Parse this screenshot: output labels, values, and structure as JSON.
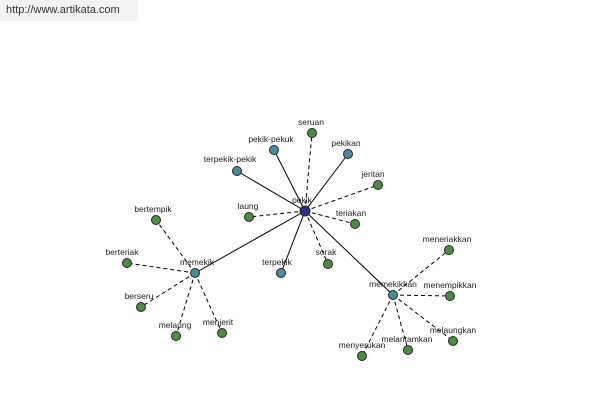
{
  "header": {
    "url": "http://www.artikata.com"
  },
  "colors": {
    "root": "#2d2d86",
    "hub": "#4a8a9a",
    "leaf": "#4f8a46"
  },
  "graph": {
    "root": "pekik",
    "nodes": [
      {
        "id": "pekik",
        "label": "pekik",
        "kind": "root"
      },
      {
        "id": "seruan",
        "label": "seruan",
        "kind": "leaf"
      },
      {
        "id": "pekik-pekuk",
        "label": "pekik-pekuk",
        "kind": "hub"
      },
      {
        "id": "pekikan",
        "label": "pekikan",
        "kind": "hub"
      },
      {
        "id": "terpekik-pekik",
        "label": "terpekik-pekik",
        "kind": "hub"
      },
      {
        "id": "jeritan",
        "label": "jeritan",
        "kind": "leaf"
      },
      {
        "id": "laung",
        "label": "laung",
        "kind": "leaf"
      },
      {
        "id": "teriakan",
        "label": "teriakan",
        "kind": "leaf"
      },
      {
        "id": "terpekik",
        "label": "terpekik",
        "kind": "hub"
      },
      {
        "id": "sorak",
        "label": "sorak",
        "kind": "leaf"
      },
      {
        "id": "memekik",
        "label": "memekik",
        "kind": "hub"
      },
      {
        "id": "bertempik",
        "label": "bertempik",
        "kind": "leaf"
      },
      {
        "id": "berteriak",
        "label": "berteriak",
        "kind": "leaf"
      },
      {
        "id": "berseru",
        "label": "berseru",
        "kind": "leaf"
      },
      {
        "id": "melaung",
        "label": "melaung",
        "kind": "leaf"
      },
      {
        "id": "menjerit",
        "label": "menjerit",
        "kind": "leaf"
      },
      {
        "id": "memekikkan",
        "label": "memekikkan",
        "kind": "hub"
      },
      {
        "id": "meneriakkan",
        "label": "meneriakkan",
        "kind": "leaf"
      },
      {
        "id": "menempikkan",
        "label": "menempikkan",
        "kind": "leaf"
      },
      {
        "id": "melaungkan",
        "label": "melaungkan",
        "kind": "leaf"
      },
      {
        "id": "melantamkan",
        "label": "melantamkan",
        "kind": "leaf"
      },
      {
        "id": "menyerukan",
        "label": "menyerukan",
        "kind": "leaf"
      }
    ],
    "edges": [
      {
        "from": "pekik",
        "to": "pekik-pekuk",
        "style": "solid"
      },
      {
        "from": "pekik",
        "to": "terpekik-pekik",
        "style": "solid"
      },
      {
        "from": "pekik",
        "to": "pekikan",
        "style": "solid"
      },
      {
        "from": "pekik",
        "to": "terpekik",
        "style": "solid"
      },
      {
        "from": "pekik",
        "to": "memekik",
        "style": "solid"
      },
      {
        "from": "pekik",
        "to": "memekikkan",
        "style": "solid"
      },
      {
        "from": "pekik",
        "to": "seruan",
        "style": "dashed"
      },
      {
        "from": "pekik",
        "to": "jeritan",
        "style": "dashed"
      },
      {
        "from": "pekik",
        "to": "laung",
        "style": "dashed"
      },
      {
        "from": "pekik",
        "to": "teriakan",
        "style": "dashed"
      },
      {
        "from": "pekik",
        "to": "sorak",
        "style": "dashed"
      },
      {
        "from": "memekik",
        "to": "bertempik",
        "style": "dashed"
      },
      {
        "from": "memekik",
        "to": "berteriak",
        "style": "dashed"
      },
      {
        "from": "memekik",
        "to": "berseru",
        "style": "dashed"
      },
      {
        "from": "memekik",
        "to": "melaung",
        "style": "dashed"
      },
      {
        "from": "memekik",
        "to": "menjerit",
        "style": "dashed"
      },
      {
        "from": "memekikkan",
        "to": "meneriakkan",
        "style": "dashed"
      },
      {
        "from": "memekikkan",
        "to": "menempikkan",
        "style": "dashed"
      },
      {
        "from": "memekikkan",
        "to": "melaungkan",
        "style": "dashed"
      },
      {
        "from": "memekikkan",
        "to": "melantamkan",
        "style": "dashed"
      },
      {
        "from": "memekikkan",
        "to": "menyerukan",
        "style": "dashed"
      }
    ]
  }
}
